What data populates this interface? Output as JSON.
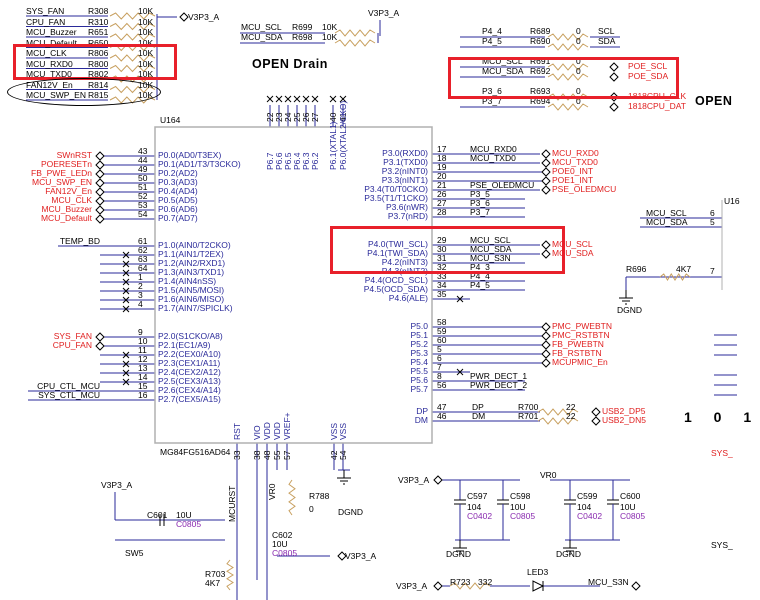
{
  "top_left": {
    "rows": [
      {
        "net": "SYS_FAN",
        "ref": "R308",
        "val": "10K"
      },
      {
        "net": "CPU_FAN",
        "ref": "R310",
        "val": "10K"
      },
      {
        "net": "MCU_Buzzer",
        "ref": "R651",
        "val": "10K"
      },
      {
        "net": "MCU_Default",
        "ref": "R650",
        "val": "10K"
      },
      {
        "net": "MCU_CLK",
        "ref": "R806",
        "val": "10K"
      },
      {
        "net": "MCU_RXD0",
        "ref": "R800",
        "val": "10K"
      },
      {
        "net": "MCU_TXD0",
        "ref": "R802",
        "val": "10K"
      },
      {
        "net": "FAN12V_En",
        "ref": "R814",
        "val": "10K"
      },
      {
        "net": "MCU_SWP_EN",
        "ref": "R815",
        "val": "10K"
      }
    ],
    "rail": "V3P3_A"
  },
  "top_mid": {
    "rail": "V3P3_A",
    "title": "OPEN Drain",
    "rows": [
      {
        "net": "MCU_SCL",
        "ref": "R699",
        "val": "10K"
      },
      {
        "net": "MCU_SDA",
        "ref": "R698",
        "val": "10K"
      }
    ]
  },
  "top_right": {
    "rows": [
      {
        "net": "P4_4",
        "ref": "R689",
        "val": "0",
        "out": "SCL"
      },
      {
        "net": "P4_5",
        "ref": "R690",
        "val": "0",
        "out": "SDA"
      },
      {
        "net": "MCU_SCL",
        "ref": "R691",
        "val": "0",
        "out": "POE_SCL"
      },
      {
        "net": "MCU_SDA",
        "ref": "R692",
        "val": "0",
        "out": "POE_SDA"
      },
      {
        "net": "P3_6",
        "ref": "R693",
        "val": "0",
        "out": "1818CPU_CLK"
      },
      {
        "net": "P3_7",
        "ref": "R694",
        "val": "0",
        "out": "1818CPU_DAT"
      }
    ],
    "open_label": "OPEN"
  },
  "chip": {
    "ref": "U164",
    "part": "MG84FG516AD64",
    "top_pins": [
      {
        "num": "22",
        "name": "P6.7"
      },
      {
        "num": "23",
        "name": "P6.6"
      },
      {
        "num": "24",
        "name": "P6.5"
      },
      {
        "num": "25",
        "name": "P6.4"
      },
      {
        "num": "26",
        "name": "P6.3"
      },
      {
        "num": "27",
        "name": "P6.2"
      },
      {
        "num": "40",
        "name": "P6.1(XTAL1)"
      },
      {
        "num": "41",
        "name": "P6.0(XTAL2/CKO)"
      }
    ],
    "left_pins": [
      {
        "num": "43",
        "name": "P0.0(AD0/T3EX)",
        "net": "SWnRST"
      },
      {
        "num": "44",
        "name": "P0.1(AD1/T3/T3CKO)",
        "net": "POERESETn"
      },
      {
        "num": "49",
        "name": "P0.2(AD2)",
        "net": "FB_PWE_LEDn"
      },
      {
        "num": "50",
        "name": "P0.3(AD3)",
        "net": "MCU_SWP_EN"
      },
      {
        "num": "51",
        "name": "P0.4(AD4)",
        "net": "FAN12V_En"
      },
      {
        "num": "52",
        "name": "P0.5(AD5)",
        "net": "MCU_CLK"
      },
      {
        "num": "53",
        "name": "P0.6(AD6)",
        "net": "MCU_Buzzer"
      },
      {
        "num": "54",
        "name": "P0.7(AD7)",
        "net": "MCU_Default"
      },
      {
        "num": "61",
        "name": "P1.0(AIN0/T2CKO)",
        "net": "TEMP_BD"
      },
      {
        "num": "62",
        "name": "P1.1(AIN1/T2EX)",
        "net": ""
      },
      {
        "num": "63",
        "name": "P1.2(AIN2/RXD1)",
        "net": ""
      },
      {
        "num": "64",
        "name": "P1.3(AIN3/TXD1)",
        "net": ""
      },
      {
        "num": "1",
        "name": "P1.4(AIN4nSS)",
        "net": ""
      },
      {
        "num": "2",
        "name": "P1.5(AIN5/MOSI)",
        "net": ""
      },
      {
        "num": "3",
        "name": "P1.6(AIN6/MISO)",
        "net": ""
      },
      {
        "num": "4",
        "name": "P1.7(AIN7/SPICLK)",
        "net": ""
      },
      {
        "num": "9",
        "name": "P2.0(S1CKO/A8)",
        "net": "SYS_FAN"
      },
      {
        "num": "10",
        "name": "P2.1(EC1/A9)",
        "net": "CPU_FAN"
      },
      {
        "num": "11",
        "name": "P2.2(CEX0/A10)",
        "net": ""
      },
      {
        "num": "12",
        "name": "P2.3(CEX1/A11)",
        "net": ""
      },
      {
        "num": "13",
        "name": "P2.4(CEX2/A12)",
        "net": ""
      },
      {
        "num": "14",
        "name": "P2.5(CEX3/A13)",
        "net": ""
      },
      {
        "num": "15",
        "name": "P2.6(CEX4/A14)",
        "net": "CPU_CTL_MCU"
      },
      {
        "num": "16",
        "name": "P2.7(CEX5/A15)",
        "net": "SYS_CTL_MCU"
      }
    ],
    "right_pins": [
      {
        "num": "17",
        "name": "P3.0(RXD0)",
        "net": "MCU_RXD0",
        "port": "MCU_RXD0"
      },
      {
        "num": "18",
        "name": "P3.1(TXD0)",
        "net": "MCU_TXD0",
        "port": "MCU_TXD0"
      },
      {
        "num": "19",
        "name": "P3.2(nINT0)",
        "net": "",
        "port": "POE0_INT"
      },
      {
        "num": "20",
        "name": "P3.3(nINT1)",
        "net": "",
        "port": "POE1_INT"
      },
      {
        "num": "21",
        "name": "P3.4(T0/T0CKO)",
        "net": "PSE_OLEDMCU",
        "port": "PSE_OLEDMCU"
      },
      {
        "num": "26",
        "name": "P3.5(T1/T1CKO)",
        "net": "P3_5",
        "port": ""
      },
      {
        "num": "27",
        "name": "P3.6(nWR)",
        "net": "P3_6",
        "port": ""
      },
      {
        "num": "28",
        "name": "P3.7(nRD)",
        "net": "P3_7",
        "port": ""
      },
      {
        "num": "29",
        "name": "P4.0(TWI_SCL)",
        "net": "MCU_SCL",
        "port": "MCU_SCL"
      },
      {
        "num": "30",
        "name": "P4.1(TWI_SDA)",
        "net": "MCU_SDA",
        "port": "MCU_SDA"
      },
      {
        "num": "31",
        "name": "P4.2(nINT3)",
        "net": "MCU_S3N",
        "port": ""
      },
      {
        "num": "32",
        "name": "P4.3(nINT2)",
        "net": "P4_3",
        "port": ""
      },
      {
        "num": "33",
        "name": "P4.4(OCD_SCL)",
        "net": "P4_4",
        "port": ""
      },
      {
        "num": "34",
        "name": "P4.5(OCD_SDA)",
        "net": "P4_5",
        "port": ""
      },
      {
        "num": "35",
        "name": "P4.6(ALE)",
        "net": "",
        "port": ""
      },
      {
        "num": "58",
        "name": "P5.0",
        "net": "",
        "port": "PMC_PWEBTN"
      },
      {
        "num": "59",
        "name": "P5.1",
        "net": "",
        "port": "PMC_RSTBTN"
      },
      {
        "num": "60",
        "name": "P5.2",
        "net": "",
        "port": "FB_PWEBTN"
      },
      {
        "num": "5",
        "name": "P5.3",
        "net": "",
        "port": "FB_RSTBTN"
      },
      {
        "num": "6",
        "name": "P5.4",
        "net": "",
        "port": "MCUPMIC_En"
      },
      {
        "num": "7",
        "name": "P5.5",
        "net": "",
        "port": ""
      },
      {
        "num": "8",
        "name": "P5.6",
        "net": "PWR_DECT_1",
        "port": ""
      },
      {
        "num": "56",
        "name": "P5.7",
        "net": "PWR_DECT_2",
        "port": ""
      },
      {
        "num": "47",
        "name": "DP",
        "net": "DP",
        "ref": "R700",
        "val": "22",
        "port": "USB2_DP5"
      },
      {
        "num": "46",
        "name": "DM",
        "net": "DM",
        "ref": "R701",
        "val": "22",
        "port": "USB2_DN5"
      }
    ],
    "bottom_pins": [
      {
        "num": "33",
        "name": "RST"
      },
      {
        "num": "38",
        "name": "VIO"
      },
      {
        "num": "48",
        "name": "VDD"
      },
      {
        "num": "55",
        "name": "VDD"
      },
      {
        "num": "57",
        "name": "VREF+"
      },
      {
        "num": "42",
        "name": "VSS"
      },
      {
        "num": "54",
        "name": "VSS"
      }
    ]
  },
  "bottom": {
    "rail": "V3P3_A",
    "sw": "SW5",
    "c601": {
      "ref": "C601",
      "val": "10U",
      "pkg": "C0805"
    },
    "mcurst": "MCURST",
    "r703": {
      "ref": "R703",
      "val": "4K7"
    },
    "vr0": "VR0",
    "c602": {
      "ref": "C602",
      "val": "10U",
      "pkg": "C0805"
    },
    "r788": {
      "ref": "R788",
      "val": "0"
    },
    "dgnd": "DGND",
    "caps": [
      {
        "ref": "C597",
        "val": "104",
        "pkg": "C0402"
      },
      {
        "ref": "C598",
        "val": "10U",
        "pkg": "C0805"
      },
      {
        "ref": "C599",
        "val": "104",
        "pkg": "C0402"
      },
      {
        "ref": "C600",
        "val": "10U",
        "pkg": "C0805"
      }
    ],
    "r723": {
      "ref": "R723",
      "val": "332"
    },
    "led": "LED3",
    "mcu_s3n": "MCU_S3N"
  },
  "right_edge": {
    "ref": "U16",
    "scl": "MCU_SCL",
    "sda": "MCU_SDA",
    "pin6": "6",
    "pin5": "5",
    "pin7": "7",
    "r696": {
      "ref": "R696",
      "val": "4K7"
    },
    "dgnd": "DGND",
    "digits": "1 0 1",
    "sys1": "SYS_",
    "sys2": "SYS_"
  },
  "colors": {
    "wire": "#2a2a9a",
    "body": "#c8c8c8",
    "red": "#e02020",
    "box": "#e8202a",
    "purple": "#8a2ab0"
  }
}
